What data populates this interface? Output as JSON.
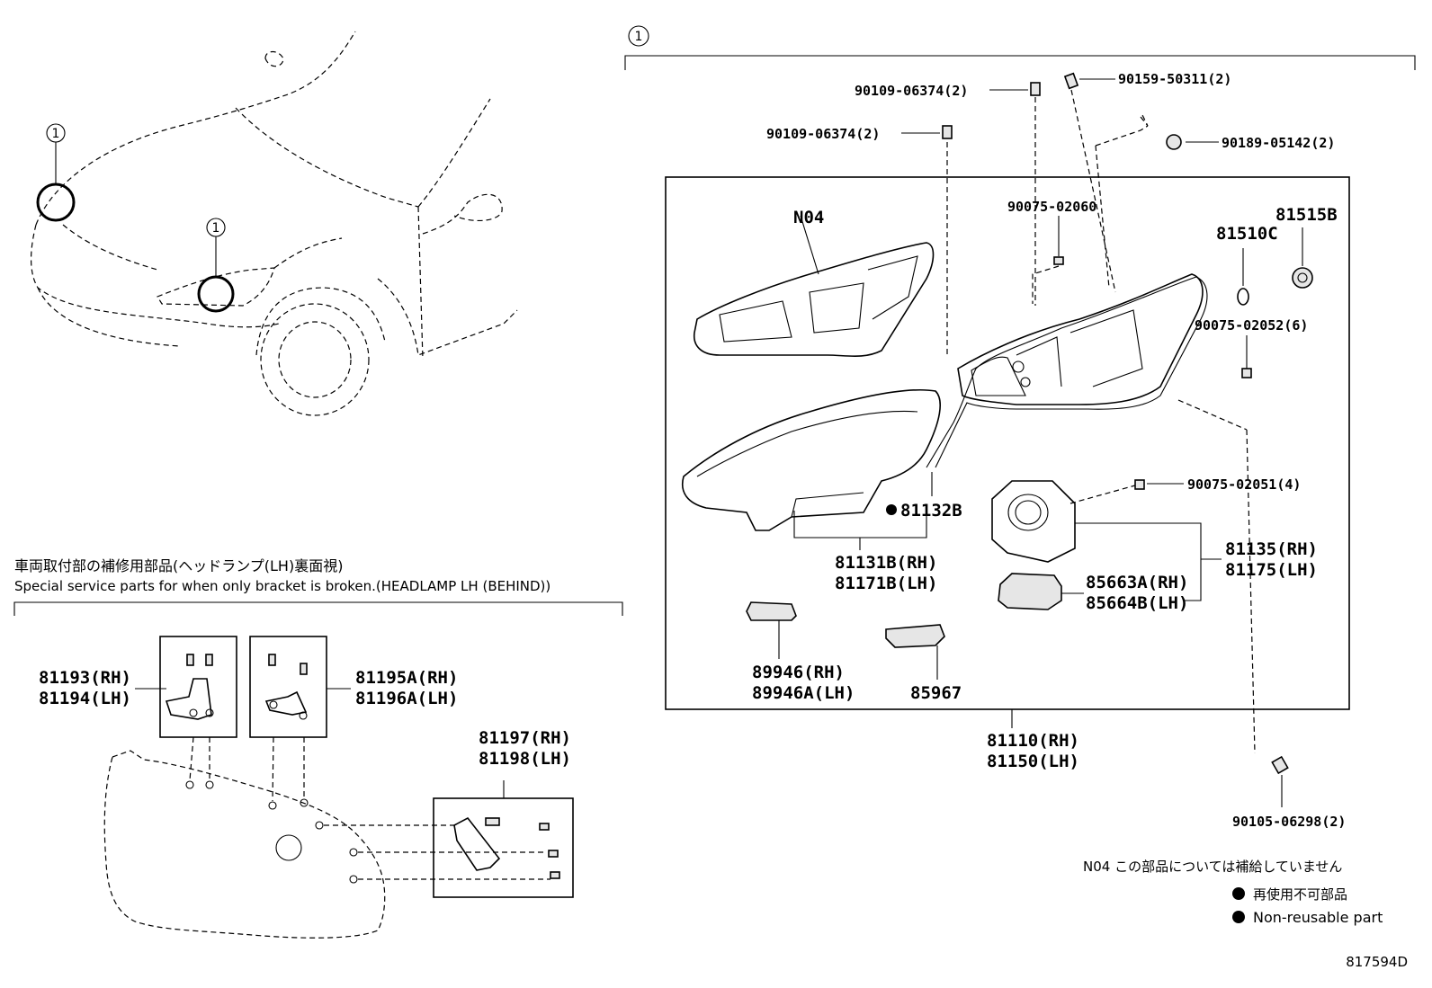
{
  "callout": "1",
  "part_numbers": {
    "bolt_a": "90109-06374(2)",
    "bolt_b": "90109-06374(2)",
    "screw_top": "90159-50311(2)",
    "clip": "90189-05142(2)",
    "screw_90075_02060": "90075-02060",
    "n04": "N04",
    "cap_81515b": "81515B",
    "bulb_81510c": "81510C",
    "screw_90075_02052": "90075-02052(6)",
    "screw_90075_02051": "90075-02051(4)",
    "gasket_81132b": "81132B",
    "lens_rh": "81131B(RH)",
    "lens_lh": "81171B(LH)",
    "projector_rh": "81135(RH)",
    "projector_lh": "81175(LH)",
    "ballast_rh": "85663A(RH)",
    "ballast_lh": "85664B(LH)",
    "computer_rh": "89946(RH)",
    "computer_lh": "89946A(LH)",
    "sensor": "85967",
    "assy_rh": "81110(RH)",
    "assy_lh": "81150(LH)",
    "bolt_bottom": "90105-06298(2)",
    "bracket_a_rh": "81193(RH)",
    "bracket_a_lh": "81194(LH)",
    "bracket_b_rh": "81195A(RH)",
    "bracket_b_lh": "81196A(LH)",
    "bracket_c_rh": "81197(RH)",
    "bracket_c_lh": "81198(LH)"
  },
  "service_parts": {
    "title_jp": "車両取付部の補修用部品(ヘッドランプ(LH)裏面視)",
    "title_en": "Special service parts for when only bracket is broken.(HEADLAMP LH (BEHIND))"
  },
  "notes": {
    "n04_note": "N04 この部品については補給していません",
    "nonreusable_jp": "再使用不可部品",
    "nonreusable_en": "Non-reusable part"
  },
  "illustration_id": "817594D"
}
